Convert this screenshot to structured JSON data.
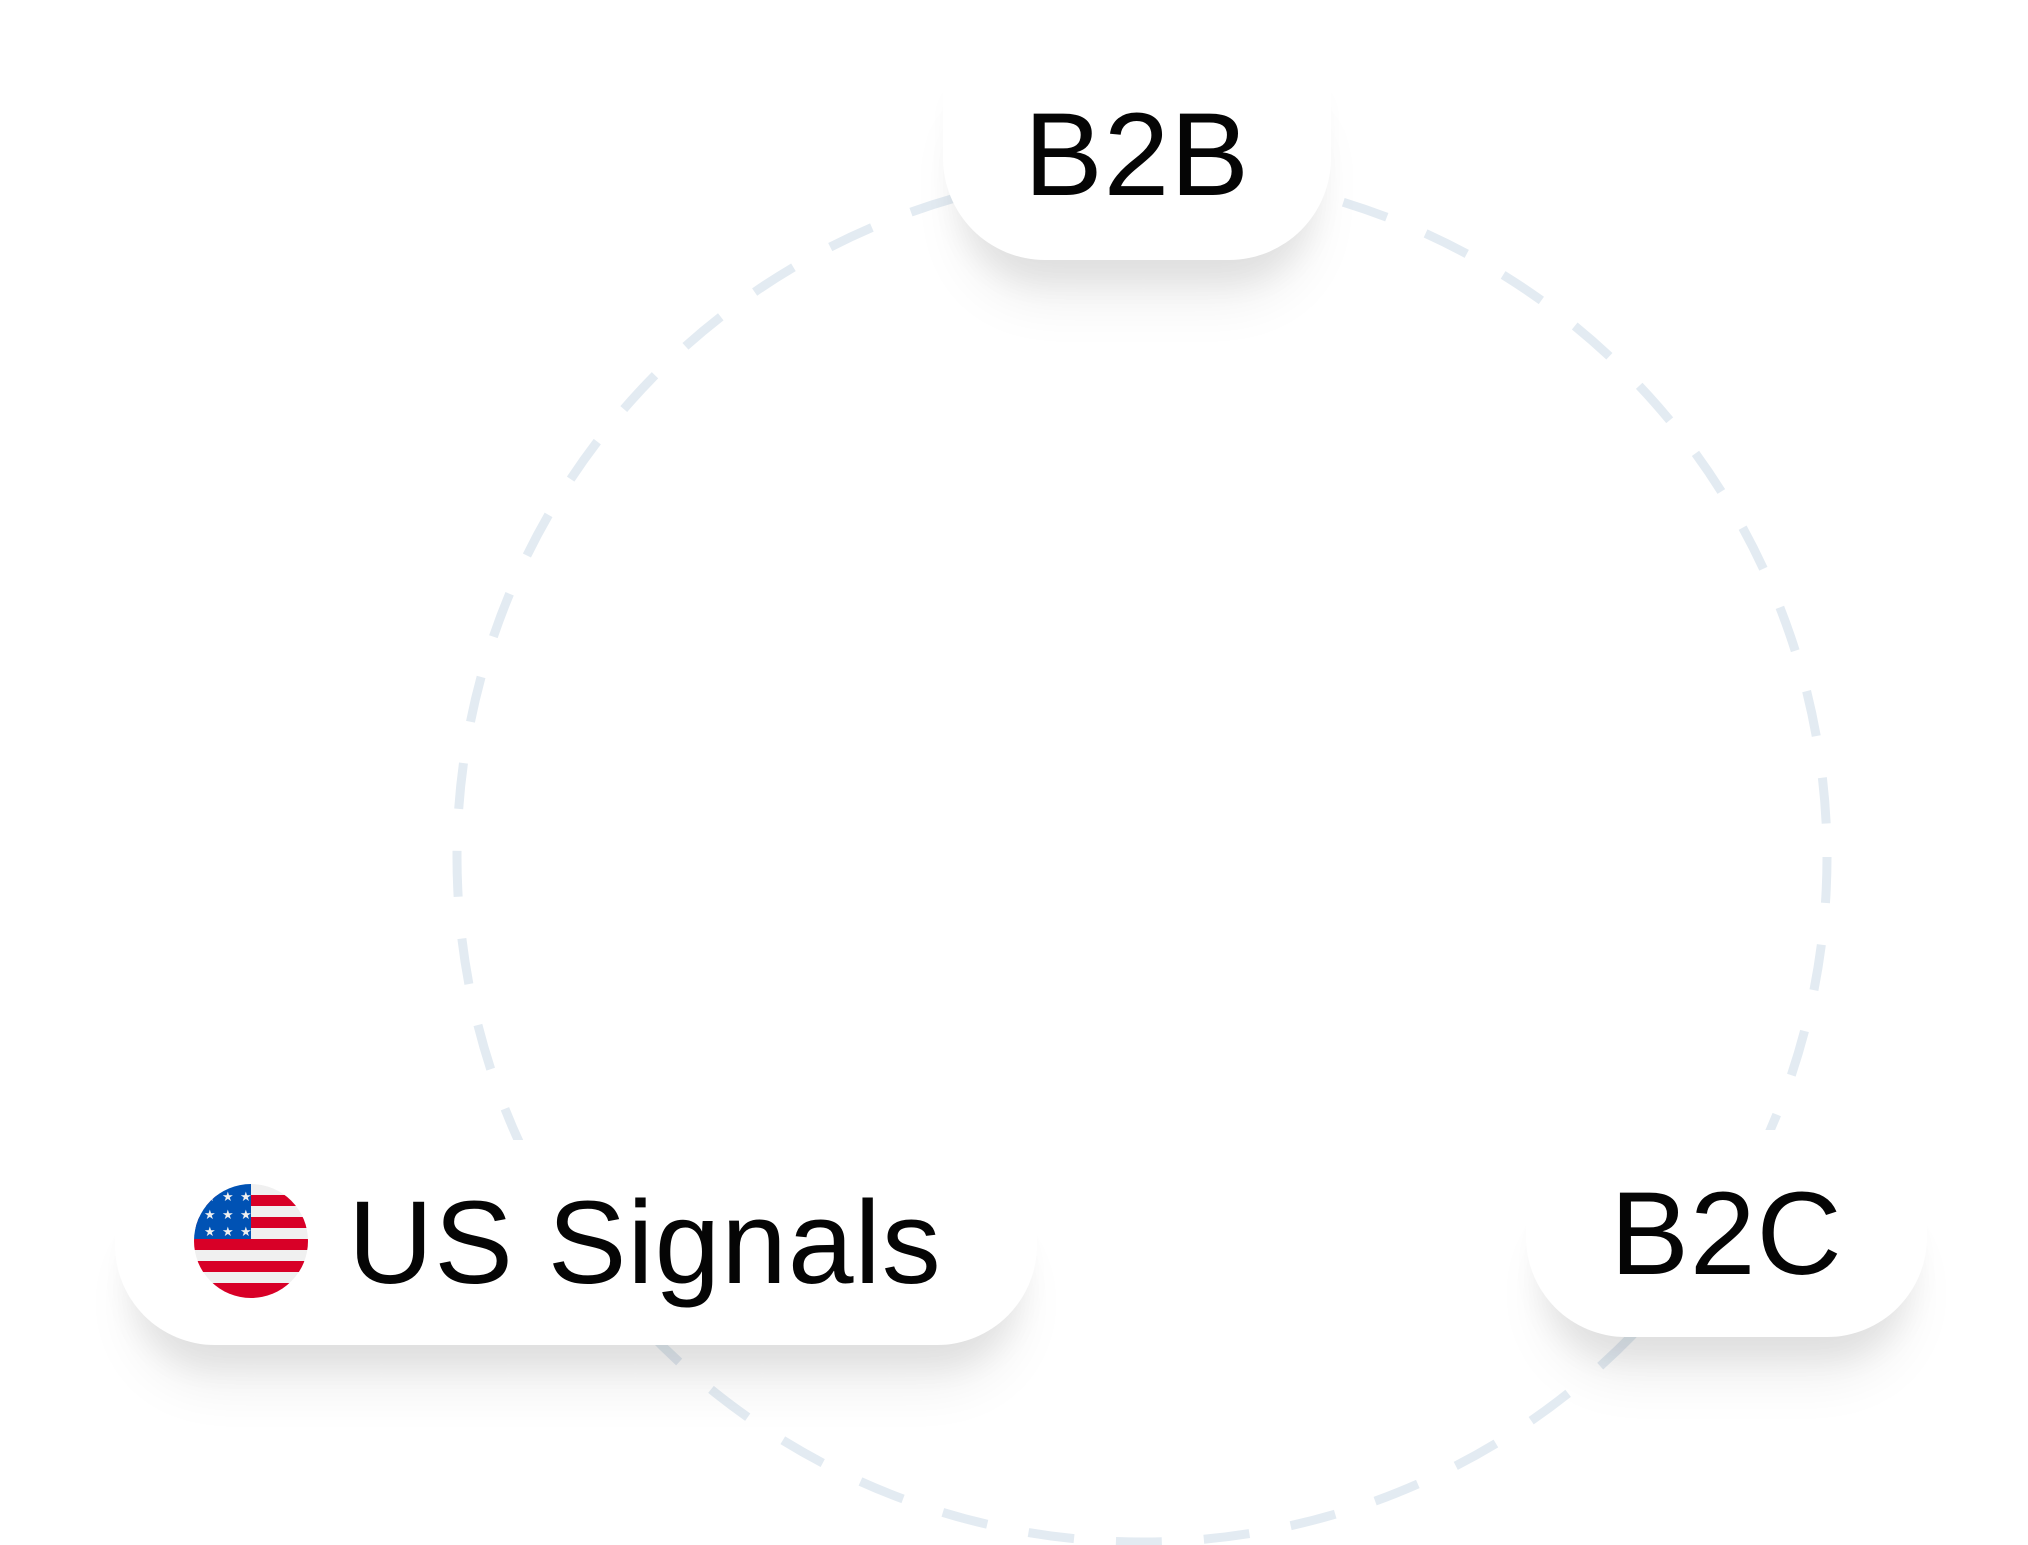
{
  "diagram": {
    "ring_color": "#e3ebf2",
    "nodes": [
      {
        "id": "b2b",
        "label": "B2B"
      },
      {
        "id": "b2c",
        "label": "B2C"
      },
      {
        "id": "us_signals",
        "label": "US Signals",
        "icon": "us-flag-icon"
      }
    ]
  },
  "flag_colors": {
    "red": "#d80027",
    "white": "#f0f0f0",
    "blue": "#0052b4"
  }
}
